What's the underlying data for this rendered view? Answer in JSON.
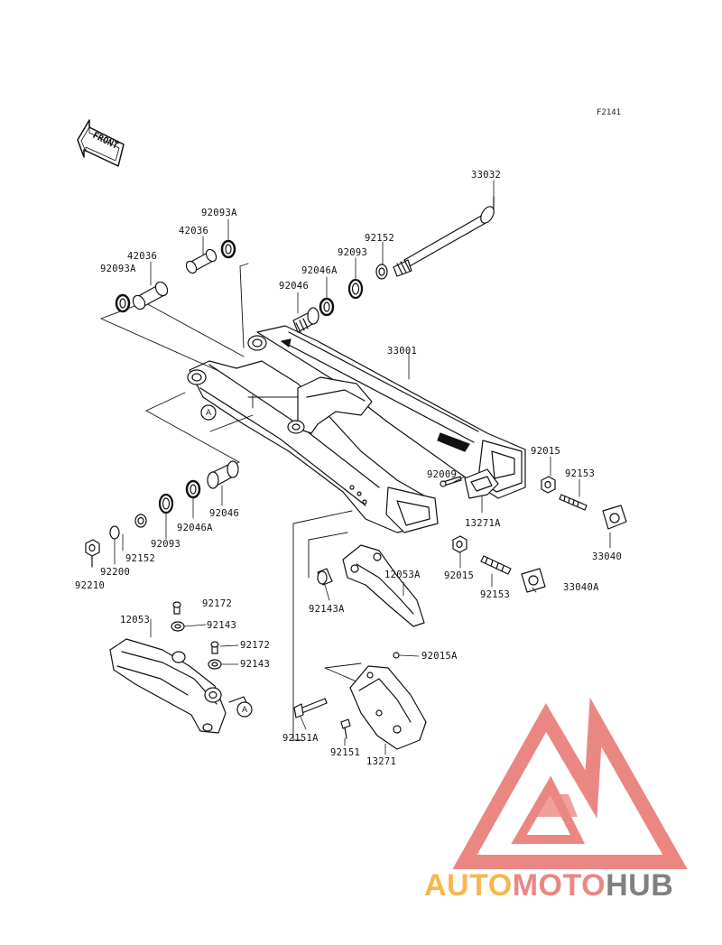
{
  "figure_code": "F2141",
  "front_arrow_text": "FRONT",
  "reference_marker": "A",
  "watermark": {
    "part1": "AUTO",
    "part2": "MOTO",
    "part3": "HUB",
    "color_orange": "#f5a623",
    "color_red": "#e8736e",
    "color_gray": "#6b6b6b"
  },
  "parts": [
    {
      "id": "33032",
      "label": "33032"
    },
    {
      "id": "92093A_top",
      "label": "92093A"
    },
    {
      "id": "42036_top",
      "label": "42036"
    },
    {
      "id": "42036_left",
      "label": "42036"
    },
    {
      "id": "92093A_left",
      "label": "92093A"
    },
    {
      "id": "92152_top",
      "label": "92152"
    },
    {
      "id": "92093_top",
      "label": "92093"
    },
    {
      "id": "92046A_top",
      "label": "92046A"
    },
    {
      "id": "92046_top",
      "label": "92046"
    },
    {
      "id": "33001",
      "label": "33001"
    },
    {
      "id": "92015_right",
      "label": "92015"
    },
    {
      "id": "92009",
      "label": "92009"
    },
    {
      "id": "92153_right",
      "label": "92153"
    },
    {
      "id": "13271A",
      "label": "13271A"
    },
    {
      "id": "92046_bottom",
      "label": "92046"
    },
    {
      "id": "92046A_bottom",
      "label": "92046A"
    },
    {
      "id": "92093_bottom",
      "label": "92093"
    },
    {
      "id": "92152_bottom",
      "label": "92152"
    },
    {
      "id": "92200",
      "label": "92200"
    },
    {
      "id": "92210",
      "label": "92210"
    },
    {
      "id": "12053A",
      "label": "12053A"
    },
    {
      "id": "33040",
      "label": "33040"
    },
    {
      "id": "92015_mid",
      "label": "92015"
    },
    {
      "id": "92153_mid",
      "label": "92153"
    },
    {
      "id": "33040A",
      "label": "33040A"
    },
    {
      "id": "92143A",
      "label": "92143A"
    },
    {
      "id": "92172_top",
      "label": "92172"
    },
    {
      "id": "12053",
      "label": "12053"
    },
    {
      "id": "92143_top",
      "label": "92143"
    },
    {
      "id": "92172_bottom",
      "label": "92172"
    },
    {
      "id": "92143_bottom",
      "label": "92143"
    },
    {
      "id": "92015A",
      "label": "92015A"
    },
    {
      "id": "92151A",
      "label": "92151A"
    },
    {
      "id": "92151",
      "label": "92151"
    },
    {
      "id": "13271",
      "label": "13271"
    }
  ]
}
